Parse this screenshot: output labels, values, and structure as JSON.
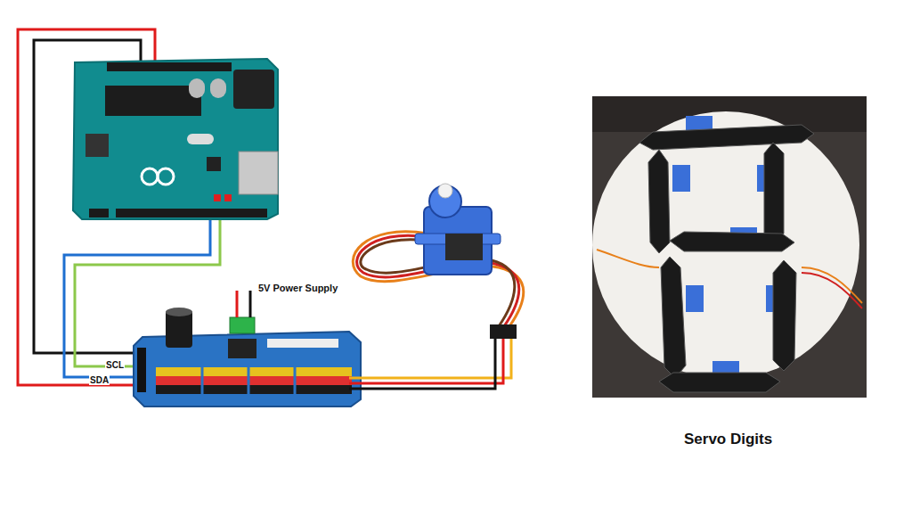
{
  "diagram": {
    "labels": [
      "5V Power Supply",
      "SCL",
      "SDA",
      "Servo Digits"
    ]
  }
}
